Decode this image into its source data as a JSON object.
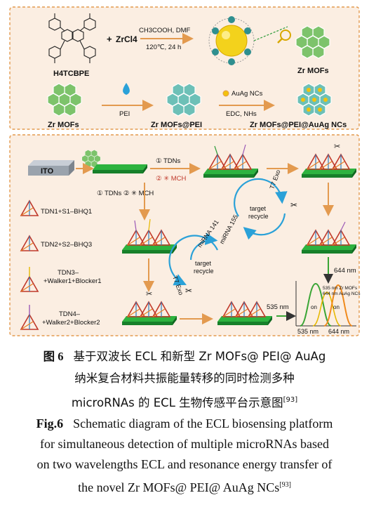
{
  "panel_top": {
    "reactant_label": "H4TCBPE",
    "plus": "+",
    "zrcl4": "ZrCl4",
    "condition_line1": "CH3COOH, DMF",
    "condition_line2": "120℃, 24 h",
    "product_label": "Zr MOFs",
    "step2_left": "Zr MOFs",
    "step2_reagent": "PEI",
    "step2_mid": "Zr MOFs@PEI",
    "step2_nc": "AuAg NCs",
    "step2_cond": "EDC, NHs",
    "step2_right": "Zr MOFs@PEI@AuAg NCs"
  },
  "panel_bottom": {
    "ito": "ITO",
    "step1_a": "① TDNs",
    "step1_b": "② ✳ MCH",
    "step1_c": "① TDNs ② ✳ MCH",
    "probe1": "TDN1+S1–BHQ1",
    "probe2": "TDN2+S2–BHQ3",
    "probe3_l1": "TDN3–",
    "probe3_l2": "+Walker1+Blocker1",
    "probe4_l1": "TDN4–",
    "probe4_l2": "+Walker2+Blocker2",
    "t7exo": "T7 Exo",
    "target_l1": "target",
    "target_l2": "recycle",
    "mirna141": "miRNA 141",
    "mirna155": "miRNA 155",
    "nm644": "644 nm",
    "nm535": "535 nm",
    "spec_leg1": "535 nm Zr MOFs",
    "spec_leg2": "644 nm AuAg NCs",
    "on1": "on",
    "on2": "on",
    "axis_535": "535 nm",
    "axis_644": "644 nm"
  },
  "caption": {
    "cn_label": "图 6",
    "cn_line1": "基于双波长 ECL 和新型 Zr MOFs@ PEI@ AuAg",
    "cn_line2": "纳米复合材料共振能量转移的同时检测多种",
    "cn_line3": "microRNAs 的 ECL 生物传感平台示意图",
    "cn_ref": "[93]",
    "en_label": "Fig.6",
    "en_line1": "Schematic diagram of the ECL biosensing platform",
    "en_line2": "for simultaneous detection of multiple microRNAs based",
    "en_line3": "on two wavelengths ECL and resonance energy transfer of",
    "en_line4": "the novel Zr MOFs@ PEI@ AuAg NCs",
    "en_ref": "[93]"
  },
  "colors": {
    "panel_bg": "#fbeee2",
    "panel_border": "#e39a4f",
    "mof_green": "#7dc36b",
    "electrode_green": "#1f9b2e",
    "arrow_blue": "#2aa1d8",
    "nc_gold": "#f2c20c",
    "accent_red": "#e0302e",
    "peak_green": "#3aa535",
    "peak_orange": "#f08a1c"
  }
}
